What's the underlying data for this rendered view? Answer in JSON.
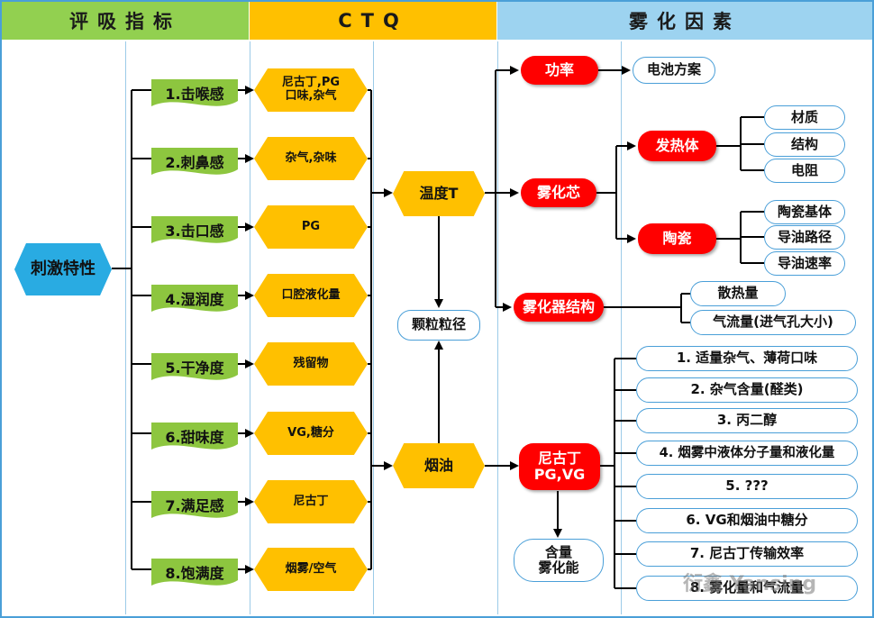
{
  "headers": {
    "col1": "评吸指标",
    "col2": "CTQ",
    "col3": "雾化因素"
  },
  "center": "刺激特性",
  "indicators": [
    "1.击喉感",
    "2.刺鼻感",
    "3.击口感",
    "4.湿润度",
    "5.干净度",
    "6.甜味度",
    "7.满足感",
    "8.饱满度"
  ],
  "ctq": [
    [
      "尼古丁,PG",
      "口味,杂气"
    ],
    [
      "杂气,杂味"
    ],
    [
      "PG"
    ],
    [
      "口腔液化量"
    ],
    [
      "残留物"
    ],
    [
      "VG,糖分"
    ],
    [
      "尼古丁"
    ],
    [
      "烟雾/空气"
    ]
  ],
  "temperature": "温度T",
  "particle": "颗粒粒径",
  "eliquid": "烟油",
  "power": "功率",
  "battery": "电池方案",
  "atomizer_core": "雾化芯",
  "heater": "发热体",
  "heater_items": [
    "材质",
    "结构",
    "电阻"
  ],
  "ceramic": "陶瓷",
  "ceramic_items": [
    "陶瓷基体",
    "导油路径",
    "导油速率"
  ],
  "atomizer_structure": "雾化器结构",
  "structure_items": [
    "散热量",
    "气流量(进气孔大小)"
  ],
  "nic_pg_vg": [
    "尼古丁",
    "PG,VG"
  ],
  "content": [
    "含量",
    "雾化能"
  ],
  "factors": [
    "1. 适量杂气、薄荷口味",
    "2. 杂气含量(醛类)",
    "3. 丙二醇",
    "4. 烟雾中液体分子量和液化量",
    "5. ???",
    "6. VG和烟油中糖分",
    "7. 尼古丁传输效率",
    "8. 雾化量和气流量"
  ],
  "watermark": "衍鑫 Yansing",
  "colors": {
    "header_green": "#92d050",
    "header_gold": "#ffc000",
    "header_blue": "#9dd3f0",
    "frame": "#4a9fd8",
    "flag_green": "#8dc63f",
    "diamond": "#ffc000",
    "red": "#ff0000",
    "hexagon": "#29abe2"
  }
}
